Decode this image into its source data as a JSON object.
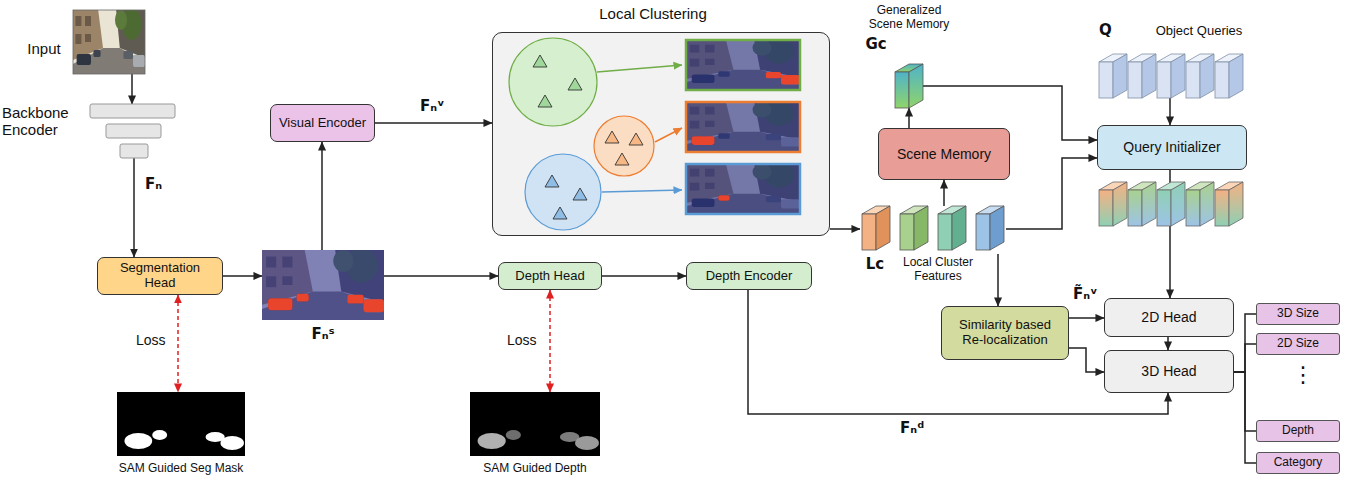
{
  "diagram": {
    "nodes": [
      {
        "text": [
          "Input"
        ]
      },
      {
        "text": [
          "Backbone Encoder"
        ]
      },
      {
        "text": [
          "Segmentation Head"
        ]
      },
      {
        "text": [
          "Fₙˢ"
        ]
      },
      {
        "text": [
          "Visual Encoder"
        ]
      },
      {
        "text": [
          "Local Clustering"
        ]
      },
      {
        "text": [
          "Depth Head"
        ]
      },
      {
        "text": [
          "Depth Encoder"
        ]
      },
      {
        "text": [
          "SAM Guided Seg Mask"
        ]
      },
      {
        "text": [
          "SAM Guided Depth"
        ]
      },
      {
        "text": [
          "Generalized Scene Memory",
          "Gc"
        ]
      },
      {
        "text": [
          "Scene Memory"
        ]
      },
      {
        "text": [
          "Lc",
          "Local Cluster Features"
        ]
      },
      {
        "text": [
          "Object Queries",
          "Q"
        ]
      },
      {
        "text": [
          "Query Initializer"
        ]
      },
      {
        "text": [
          "Similarity based Re-localization"
        ]
      },
      {
        "text": [
          "2D Head"
        ]
      },
      {
        "text": [
          "3D Head"
        ]
      },
      {
        "text": [
          "3D Size"
        ]
      },
      {
        "text": [
          "2D Size"
        ]
      },
      {
        "text": [
          "Depth"
        ]
      },
      {
        "text": [
          "Category"
        ]
      }
    ],
    "edges": [
      {
        "from": 0,
        "to": 1,
        "arrow": "to"
      },
      {
        "from": 1,
        "to": 2,
        "arrow": "to",
        "label": "Fₙ"
      },
      {
        "from": 2,
        "to": 3,
        "arrow": "to"
      },
      {
        "from": 2,
        "to": 8,
        "arrow": "both",
        "label": "Loss"
      },
      {
        "from": 3,
        "to": 4,
        "arrow": "to"
      },
      {
        "from": 4,
        "to": 5,
        "arrow": "to",
        "label": "Fₙᵛ"
      },
      {
        "from": 3,
        "to": 6,
        "arrow": "to"
      },
      {
        "from": 6,
        "to": 7,
        "arrow": "to"
      },
      {
        "from": 6,
        "to": 9,
        "arrow": "both",
        "label": "Loss"
      },
      {
        "from": 7,
        "to": 17,
        "arrow": "to",
        "label": "Fₙᵈ"
      },
      {
        "from": 5,
        "to": 12,
        "arrow": "to"
      },
      {
        "from": 12,
        "to": 11,
        "arrow": "to"
      },
      {
        "from": 11,
        "to": 10,
        "arrow": "to"
      },
      {
        "from": 10,
        "to": 14,
        "arrow": "to"
      },
      {
        "from": 13,
        "to": 14,
        "arrow": "to"
      },
      {
        "from": 12,
        "to": 14,
        "arrow": "to"
      },
      {
        "from": 14,
        "to": 16,
        "arrow": "to"
      },
      {
        "from": 12,
        "to": 15,
        "arrow": "to"
      },
      {
        "from": 15,
        "to": 16,
        "arrow": "to",
        "label": "F̃ₙᵛ"
      },
      {
        "from": 15,
        "to": 17,
        "arrow": "to"
      },
      {
        "from": 16,
        "to": 17,
        "arrow": "to"
      },
      {
        "from": 17,
        "to": 18,
        "arrow": "none"
      },
      {
        "from": 17,
        "to": 19,
        "arrow": "none"
      },
      {
        "from": 17,
        "to": 20,
        "arrow": "none"
      },
      {
        "from": 17,
        "to": 21,
        "arrow": "none"
      }
    ],
    "labels": [
      "⋮"
    ]
  }
}
